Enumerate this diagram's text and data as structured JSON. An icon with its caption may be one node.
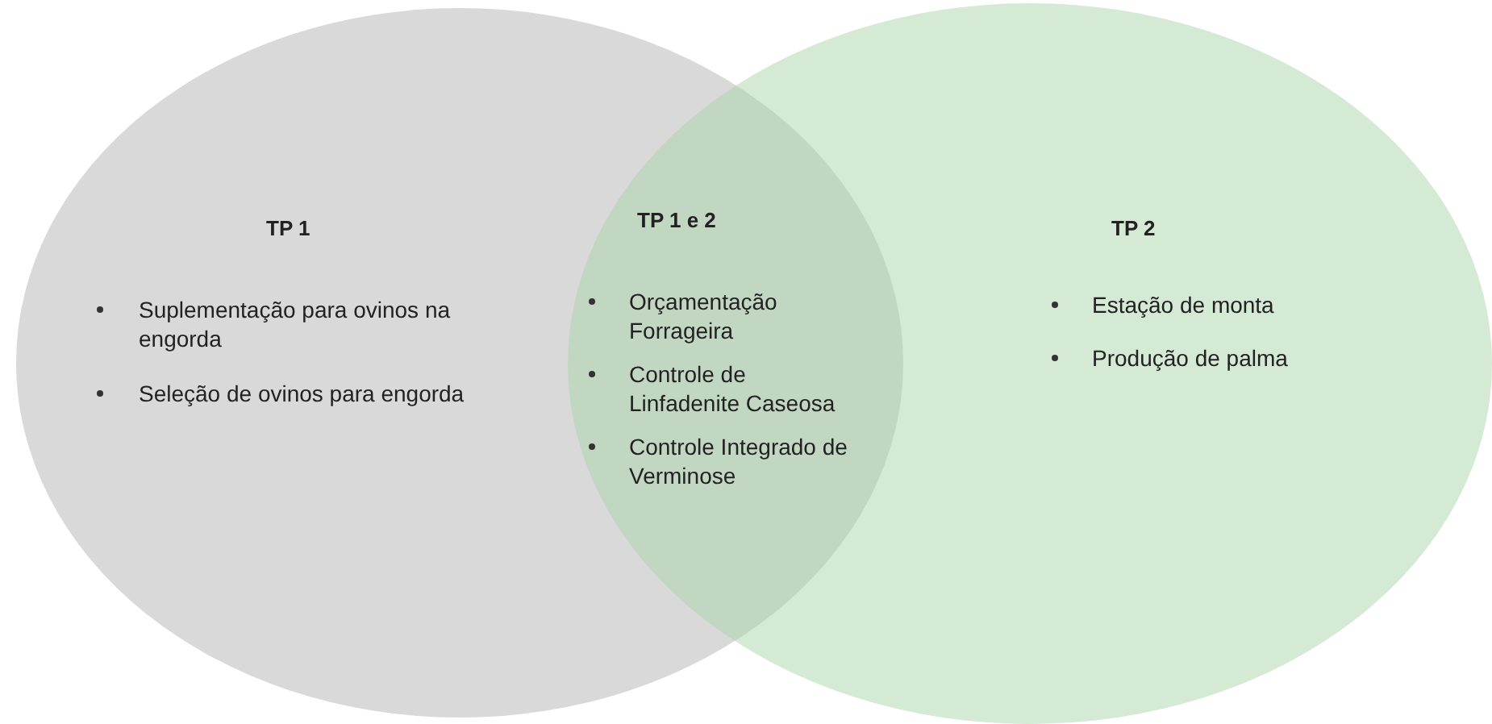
{
  "diagram": {
    "nodes": [
      {
        "text": [
          "TP 1",
          "Suplementação para ovinos na engorda",
          "Seleção de ovinos para engorda"
        ]
      },
      {
        "text": [
          "TP 2",
          "Estação de monta",
          "Produção de palma"
        ]
      }
    ],
    "labels": [
      "TP 1 e 2",
      "Orçamentação Forrageira",
      "Controle de Linfadenite Caseosa",
      "Controle Integrado de Verminose"
    ]
  }
}
